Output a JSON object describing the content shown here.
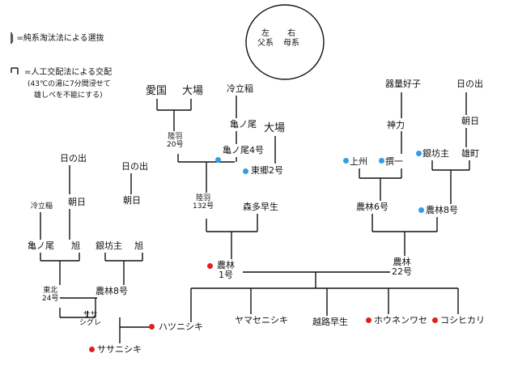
{
  "colors": {
    "line": "#111111",
    "red": "#e0201c",
    "blue": "#2e9ee6"
  },
  "legend": {
    "circle_left": "左\n父系",
    "circle_right": "右\n母系",
    "note_line": "| =純系淘汰法による選抜",
    "note_cross": "=人工交配法による交配",
    "note_cross_sub1": "(43℃の湯に7分間浸せて",
    "note_cross_sub2": "雄しべを不能にする)"
  },
  "nodes": {
    "aikoku": "愛国",
    "omagari1": "大場",
    "reisetsu1": "冷立稲",
    "kamenoo1": "亀ノ尾",
    "rikuu20": "陸羽\n20号",
    "kamenoo4": "亀ノ尾4号",
    "omagari2": "大場",
    "tohoku2": "東郷2号",
    "rikuu132": "陸羽\n132号",
    "morita": "森多早生",
    "kiryou": "器量好子",
    "hinode3": "日の出",
    "shinriki": "神力",
    "asahi3": "朝日",
    "jonan": "上州",
    "sen1": "撰一",
    "ginbouzu2": "銀坊主",
    "omachi2": "雄町",
    "norin6": "農林6号",
    "norin8b": "農林8号",
    "hinode1": "日の出",
    "hinode2": "日の出",
    "reisetsu2": "冷立稲",
    "asahi1": "朝日",
    "asahi2": "朝日",
    "kamenoo2": "亀ノ尾",
    "omachi1": "旭",
    "ginbouzu1": "銀坊主",
    "omachi3": "旭",
    "tohoku24": "東北\n24号",
    "norin8a": "農林8号",
    "norin1": "農林\n1号",
    "norin22": "農林\n22号",
    "sasashigure": "ササ\nシグレ",
    "hatsunishiki": "ハツニシキ",
    "sasanishiki": "ササニシキ",
    "yamasenishiki": "ヤマセニシキ",
    "koshiji": "越路早生",
    "honenwase": "ホウネンワセ",
    "koshihikari": "コシヒカリ"
  }
}
